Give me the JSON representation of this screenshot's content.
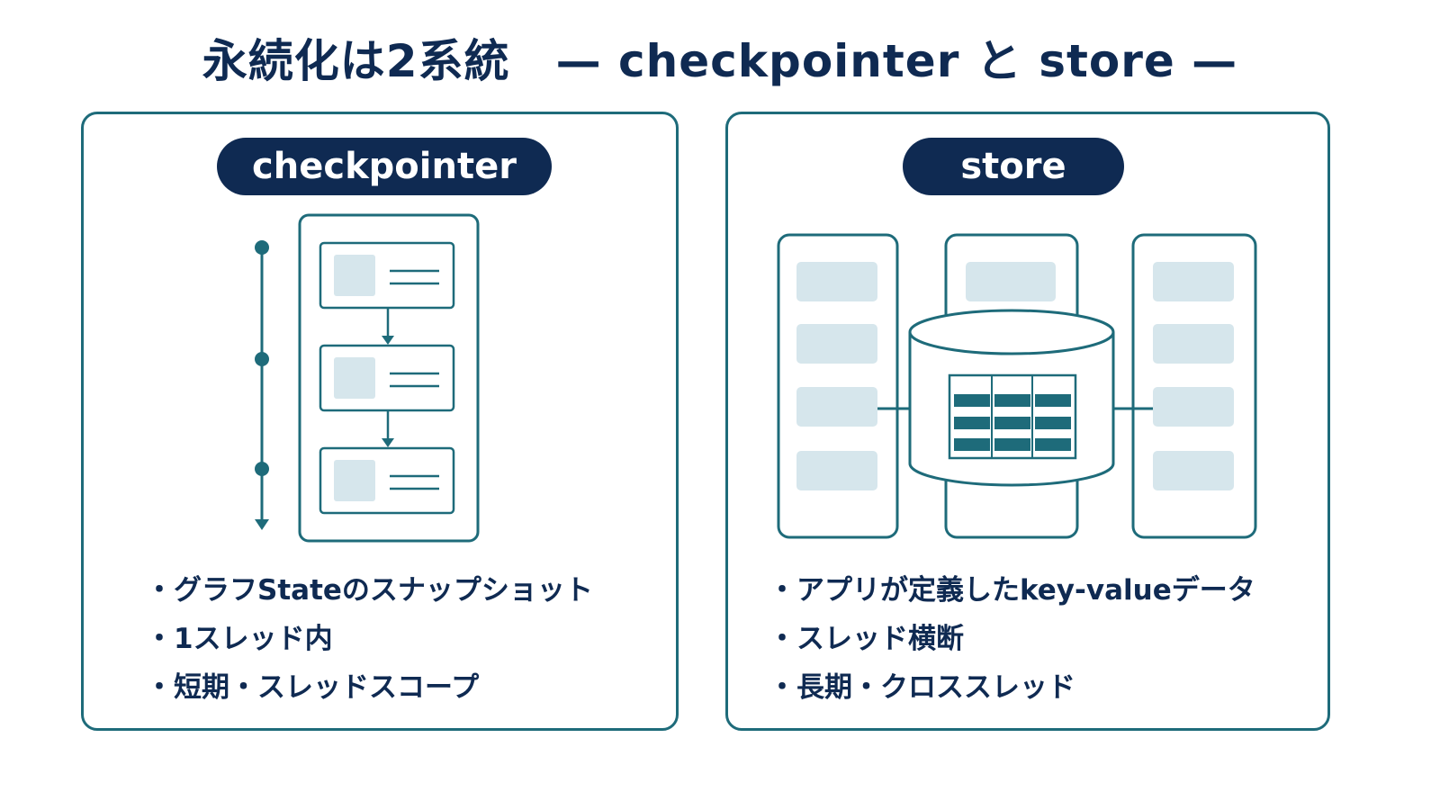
{
  "title": "永続化は2系統　— checkpointer と store —",
  "checkpointer": {
    "label": "checkpointer",
    "bullets": [
      "グラフStateのスナップショット",
      "1スレッド内",
      "短期・スレッドスコープ"
    ]
  },
  "store": {
    "label": "store",
    "bullets": [
      "アプリが定義したkey-valueデータ",
      "スレッド横断",
      "長期・クロススレッド"
    ]
  },
  "colors": {
    "navy": "#0f2a52",
    "teal": "#1e6b7a",
    "light": "#d6e6ec"
  }
}
